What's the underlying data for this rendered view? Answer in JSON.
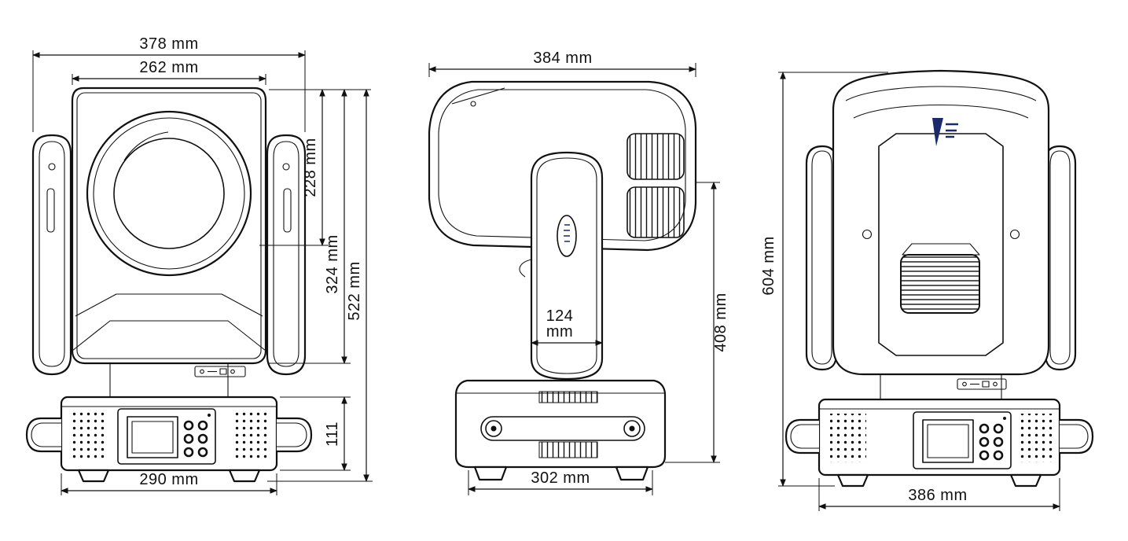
{
  "page": {
    "background": "#ffffff",
    "ink": "#111111",
    "accent": "#1b2a6b",
    "description": "Moving head light fixture dimension drawing, three orthographic views"
  },
  "views": {
    "front": {
      "name": "front-view",
      "dims": {
        "overall_width": "378 mm",
        "lens_width": "262 mm",
        "upper_height": "228 mm",
        "head_height": "324 mm",
        "total_height": "522 mm",
        "base_height": "111",
        "base_width": "290 mm"
      }
    },
    "side": {
      "name": "side-view",
      "dims": {
        "head_depth": "384 mm",
        "yoke_width": {
          "value": "124",
          "unit": "mm"
        },
        "upper_height": "408 mm",
        "base_depth": "302 mm"
      }
    },
    "back": {
      "name": "back-view",
      "dims": {
        "overall_height": "604 mm",
        "base_width": "386 mm"
      }
    }
  }
}
